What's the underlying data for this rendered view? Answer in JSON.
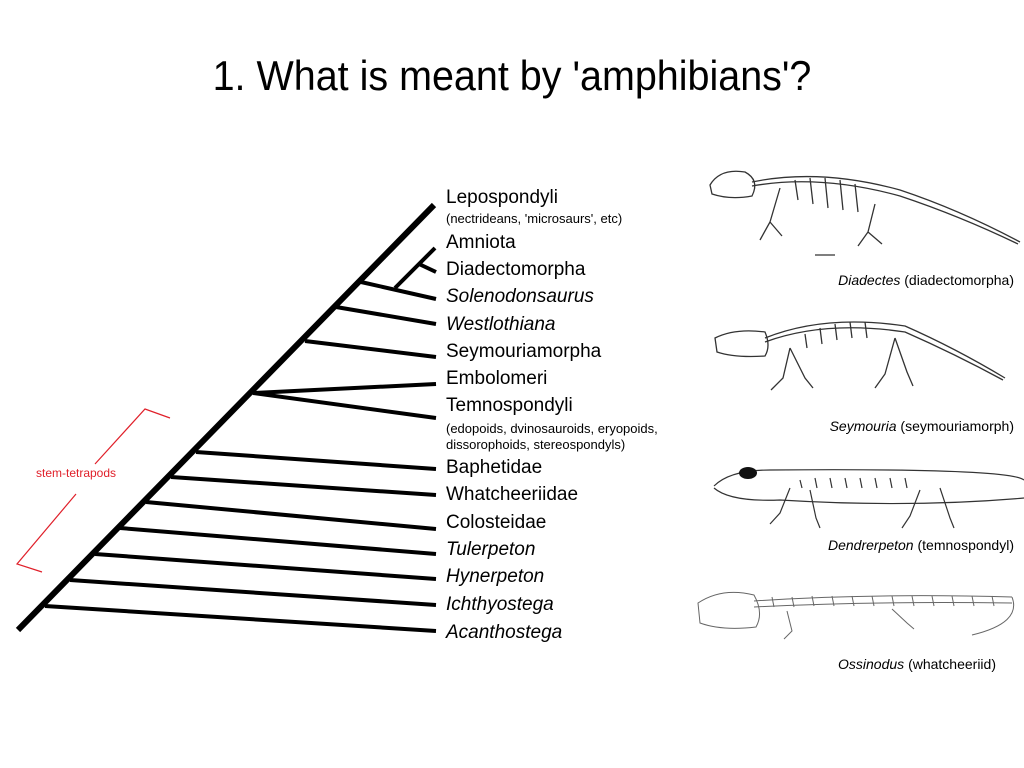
{
  "title": "1. What is meant by 'amphibians'?",
  "cladogram": {
    "stem_label": "stem-tetrapods",
    "stem_color": "#e0202a",
    "taxa": [
      {
        "name": "Lepospondyli",
        "italic": false,
        "note": "(nectrideans, 'microsaurs', etc)"
      },
      {
        "name": "Amniota",
        "italic": false
      },
      {
        "name": "Diadectomorpha",
        "italic": false
      },
      {
        "name": "Solenodonsaurus",
        "italic": true
      },
      {
        "name": "Westlothiana",
        "italic": true
      },
      {
        "name": "Seymouriamorpha",
        "italic": false
      },
      {
        "name": "Embolomeri",
        "italic": false
      },
      {
        "name": "Temnospondyli",
        "italic": false,
        "note_line1": "(edopoids, dvinosauroids, eryopoids,",
        "note_line2": "dissorophoids, stereospondyls)"
      },
      {
        "name": "Baphetidae",
        "italic": false
      },
      {
        "name": "Whatcheeriidae",
        "italic": false
      },
      {
        "name": "Colosteidae",
        "italic": false
      },
      {
        "name": "Tulerpeton",
        "italic": true
      },
      {
        "name": "Hynerpeton",
        "italic": true
      },
      {
        "name": "Ichthyostega",
        "italic": true
      },
      {
        "name": "Acanthostega",
        "italic": true
      }
    ]
  },
  "figures": [
    {
      "genus": "Diadectes",
      "group": "(diadectomorpha)"
    },
    {
      "genus": "Seymouria",
      "group": "(seymouriamorph)"
    },
    {
      "genus": "Dendrerpeton",
      "group": "(temnospondyl)"
    },
    {
      "genus": "Ossinodus",
      "group": "(whatcheeriid)"
    }
  ]
}
